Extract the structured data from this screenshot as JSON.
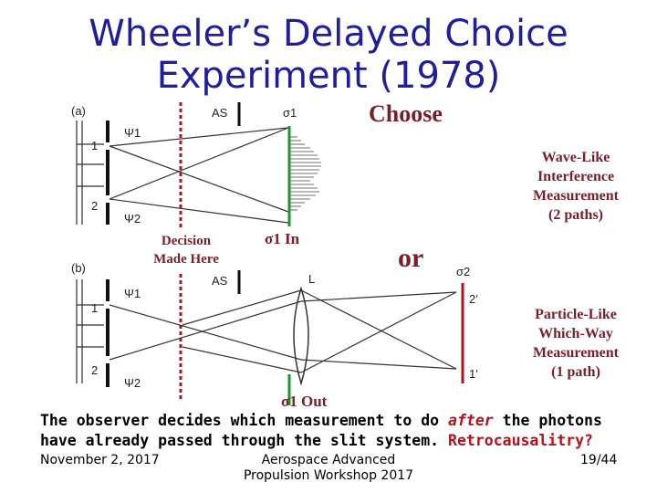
{
  "title": {
    "line1": "Wheeler’s Delayed Choice",
    "line2": "Experiment (1978)"
  },
  "annotations": {
    "choose": "Choose",
    "wave_like": [
      "Wave-Like",
      "Interference",
      "Measurement",
      "(2 paths)"
    ],
    "particle_like": [
      "Particle-Like",
      "Which-Way",
      "Measurement",
      "(1 path)"
    ],
    "decision": [
      "Decision",
      "Made Here"
    ],
    "sigma_in": "σ1 In",
    "or": "or",
    "sigma_out": "σ1 Out"
  },
  "diagram": {
    "panel_a": {
      "label": "(a)",
      "as_label": "AS",
      "screen_label": "σ1",
      "path1": "1",
      "path2": "2",
      "psi1": "Ψ1",
      "psi2": "Ψ2"
    },
    "panel_b": {
      "label": "(b)",
      "as_label": "AS",
      "lens_label": "L",
      "screen_label": "σ2",
      "path1": "1",
      "path2": "2",
      "psi1": "Ψ1",
      "psi2": "Ψ2",
      "det2": "2′",
      "det1": "1′"
    }
  },
  "caption": {
    "part1": "The observer decides which measurement to do ",
    "after": "after",
    "part2": " the photons have already passed through the slit system. ",
    "retro": "Retrocausalitry?"
  },
  "footer": {
    "date": "November 2, 2017",
    "event": "Aerospace Advanced Propulsion Workshop 2017",
    "page": "19/44"
  },
  "colors": {
    "title": "#1f1f9e",
    "annotation": "#7a1f2a",
    "highlight": "#b5121b",
    "screen_green": "#1a9a2a",
    "dashed_red": "#b5121b"
  }
}
